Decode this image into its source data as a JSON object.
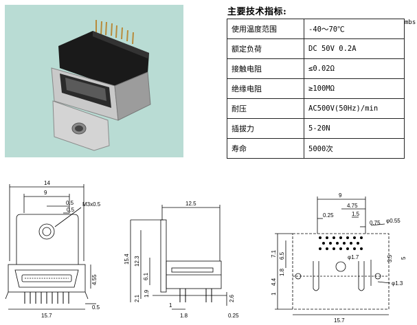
{
  "photo": {
    "description_icon": "connector-photo-icon"
  },
  "specs": {
    "title": "主要技术指标:",
    "side_note": "mbs",
    "rows": [
      {
        "key": "使用温度范围",
        "value": "-40～70℃"
      },
      {
        "key": "额定负荷",
        "value": "DC 50V 0.2A"
      },
      {
        "key": "接触电阻",
        "value": "≤0.02Ω"
      },
      {
        "key": "绝缘电阻",
        "value": "≥100MΩ"
      },
      {
        "key": "耐压",
        "value": "AC500V(50Hz)/min"
      },
      {
        "key": "插拔力",
        "value": "5-20N"
      },
      {
        "key": "寿命",
        "value": "5000次"
      }
    ]
  },
  "front_view": {
    "dims": {
      "d14": "14",
      "d9": "9",
      "d05a": "0.5",
      "d05b": "0.5",
      "m3": "M3x0.5",
      "d455": "4.55",
      "d05c": "0.5",
      "d157": "15.7"
    }
  },
  "side_view": {
    "dims": {
      "d125": "12.5",
      "d154": "15.4",
      "d123": "12.3",
      "d61": "6.1",
      "d19": "1.9",
      "d21": "2.1",
      "d1": "1",
      "d18": "1.8",
      "d26": "2.6",
      "d025": "0.25"
    }
  },
  "footprint_view": {
    "dims": {
      "d9": "9",
      "d475": "4.75",
      "d025": "0.25",
      "d15": "1.5",
      "d075": "0.75",
      "phi055": "φ0.55",
      "d71": "7.1",
      "d65": "6.5",
      "d18": "1.8",
      "phi17": "φ1.7",
      "d35": "3.5",
      "d5": "5",
      "d44": "4.4",
      "d1": "1",
      "phi13": "φ1.3",
      "d157": "15.7"
    }
  }
}
